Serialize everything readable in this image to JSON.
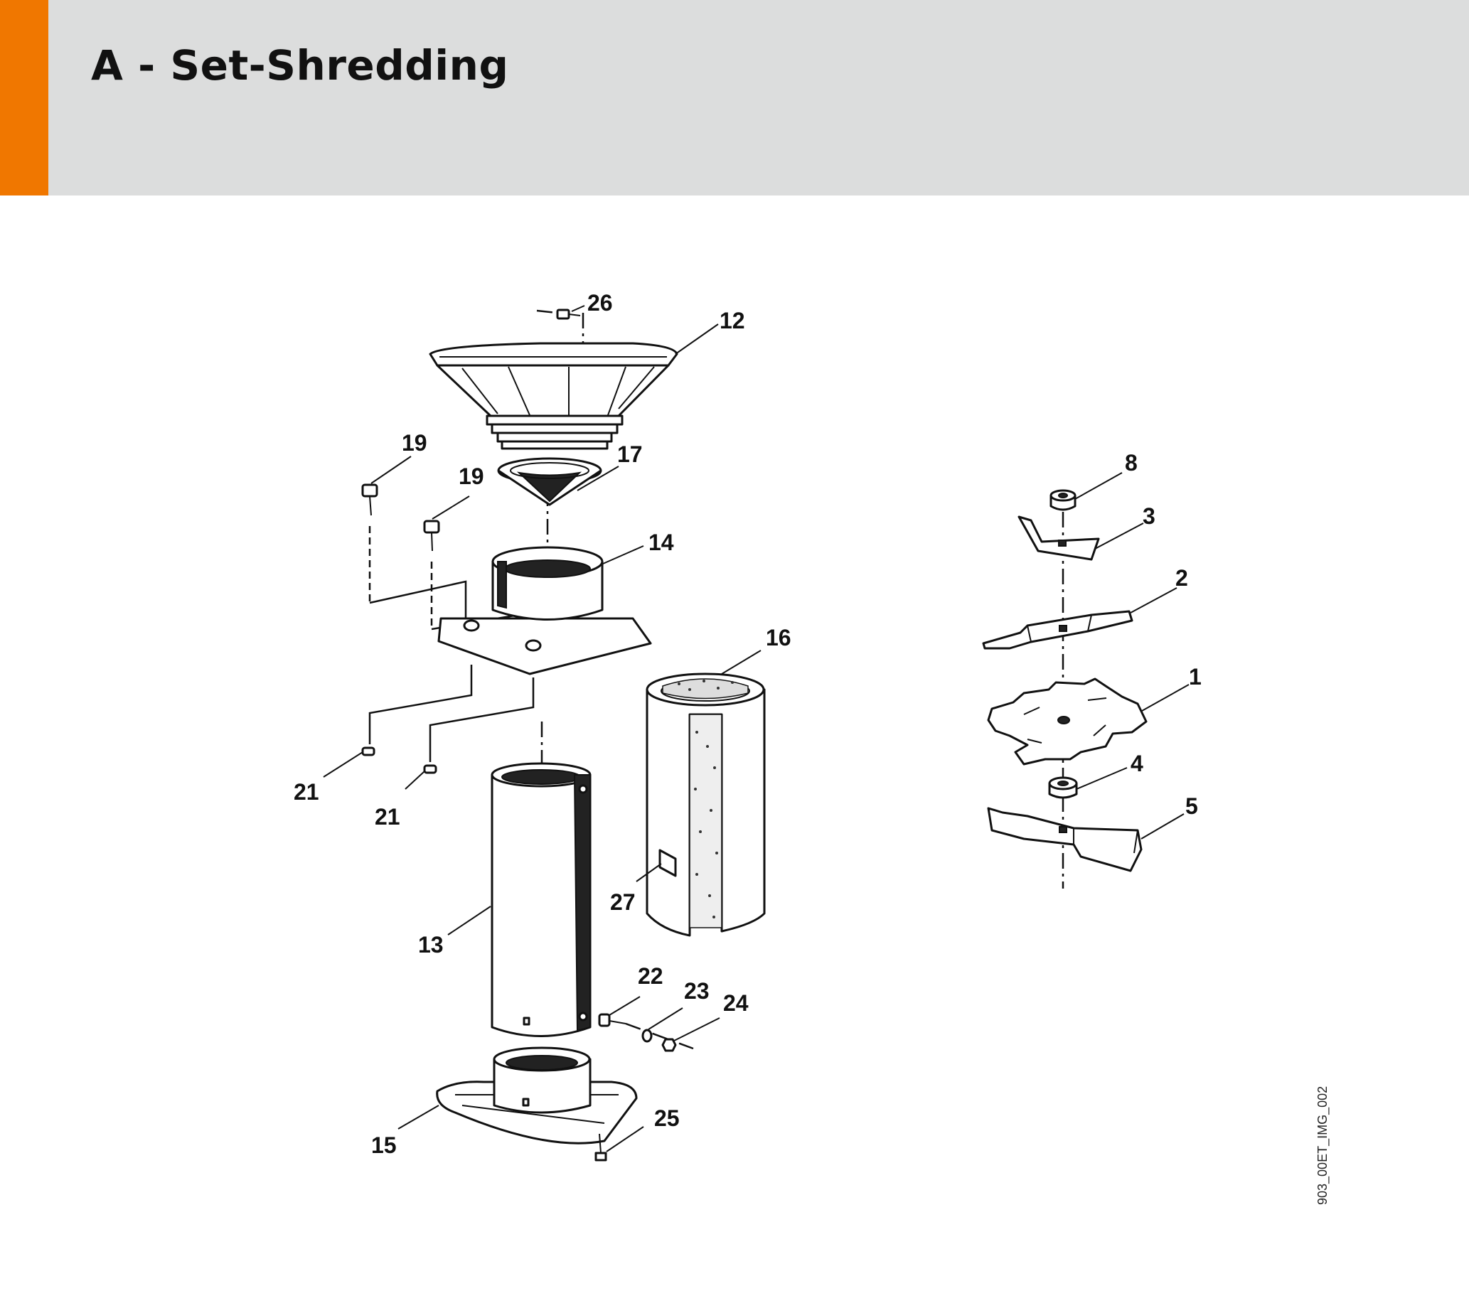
{
  "title": "A - Set-Shredding",
  "accent_color": "#f07700",
  "header_color": "#dcdddd",
  "reference_code": "903_00ET_IMG_002",
  "callouts": {
    "c26": "26",
    "c12": "12",
    "c19a": "19",
    "c19b": "19",
    "c17": "17",
    "c14": "14",
    "c16": "16",
    "c21a": "21",
    "c21b": "21",
    "c13": "13",
    "c27": "27",
    "c22": "22",
    "c23": "23",
    "c24": "24",
    "c15": "15",
    "c25": "25",
    "c8": "8",
    "c3": "3",
    "c2": "2",
    "c1": "1",
    "c4": "4",
    "c5": "5"
  }
}
